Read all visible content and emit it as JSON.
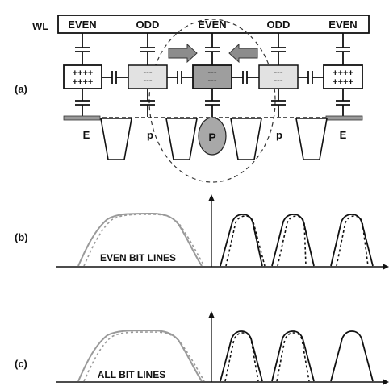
{
  "wordline": {
    "label": "WL",
    "columns": [
      "EVEN",
      "ODD",
      "EVEN",
      "ODD",
      "EVEN"
    ]
  },
  "panels": {
    "a": {
      "label": "(a)"
    },
    "b": {
      "label": "(b)",
      "caption": "EVEN BIT LINES"
    },
    "c": {
      "label": "(c)",
      "caption": "ALL BIT LINES"
    }
  },
  "cells": [
    {
      "charge": "++++",
      "fill": "#ffffff"
    },
    {
      "charge": "---",
      "fill": "#e2e2e2"
    },
    {
      "charge": "---",
      "fill": "#9e9e9e"
    },
    {
      "charge": "---",
      "fill": "#e2e2e2"
    },
    {
      "charge": "++++",
      "fill": "#ffffff"
    }
  ],
  "substrate": {
    "labels": [
      "E",
      "p",
      "P",
      "p",
      "E"
    ]
  },
  "colors": {
    "line": "#111111",
    "gray_curve": "#9a9a9a",
    "arrow": "#8c8c8c",
    "center_cell": "#9e9e9e",
    "side_cell": "#e2e2e2",
    "p_blob": "#a8a8a8"
  }
}
